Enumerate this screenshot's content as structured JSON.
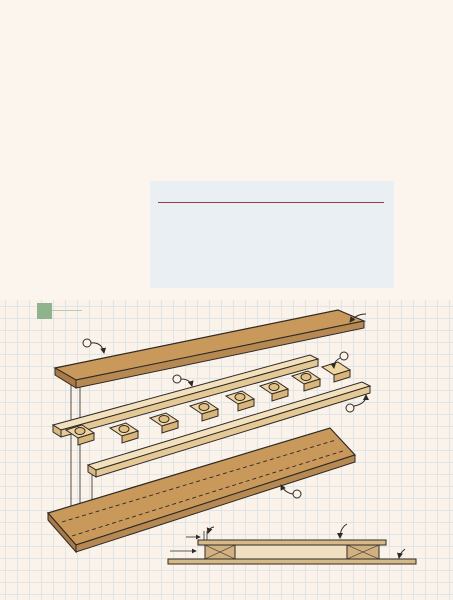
{
  "colors": {
    "page_background": "#fcf5ee",
    "grid_background": "#fbf2e9",
    "grid_lines": "#dfe5e6",
    "sidebar_fill": "#e9eff3",
    "sidebar_rule": "#9b3b46",
    "figure_marker": "#8fb48d",
    "panel_wood": "#c9995c",
    "strip_wood": "#efd9ad",
    "block_wood": "#e6c88f",
    "outline": "#2e2a26"
  },
  "diagram": {
    "caption": "",
    "callouts": [
      "callout-top-panel",
      "callout-dowel-block",
      "callout-rail",
      "callout-bottom-panel",
      "callout-detail-thickness",
      "callout-detail-top",
      "callout-detail-right"
    ]
  }
}
